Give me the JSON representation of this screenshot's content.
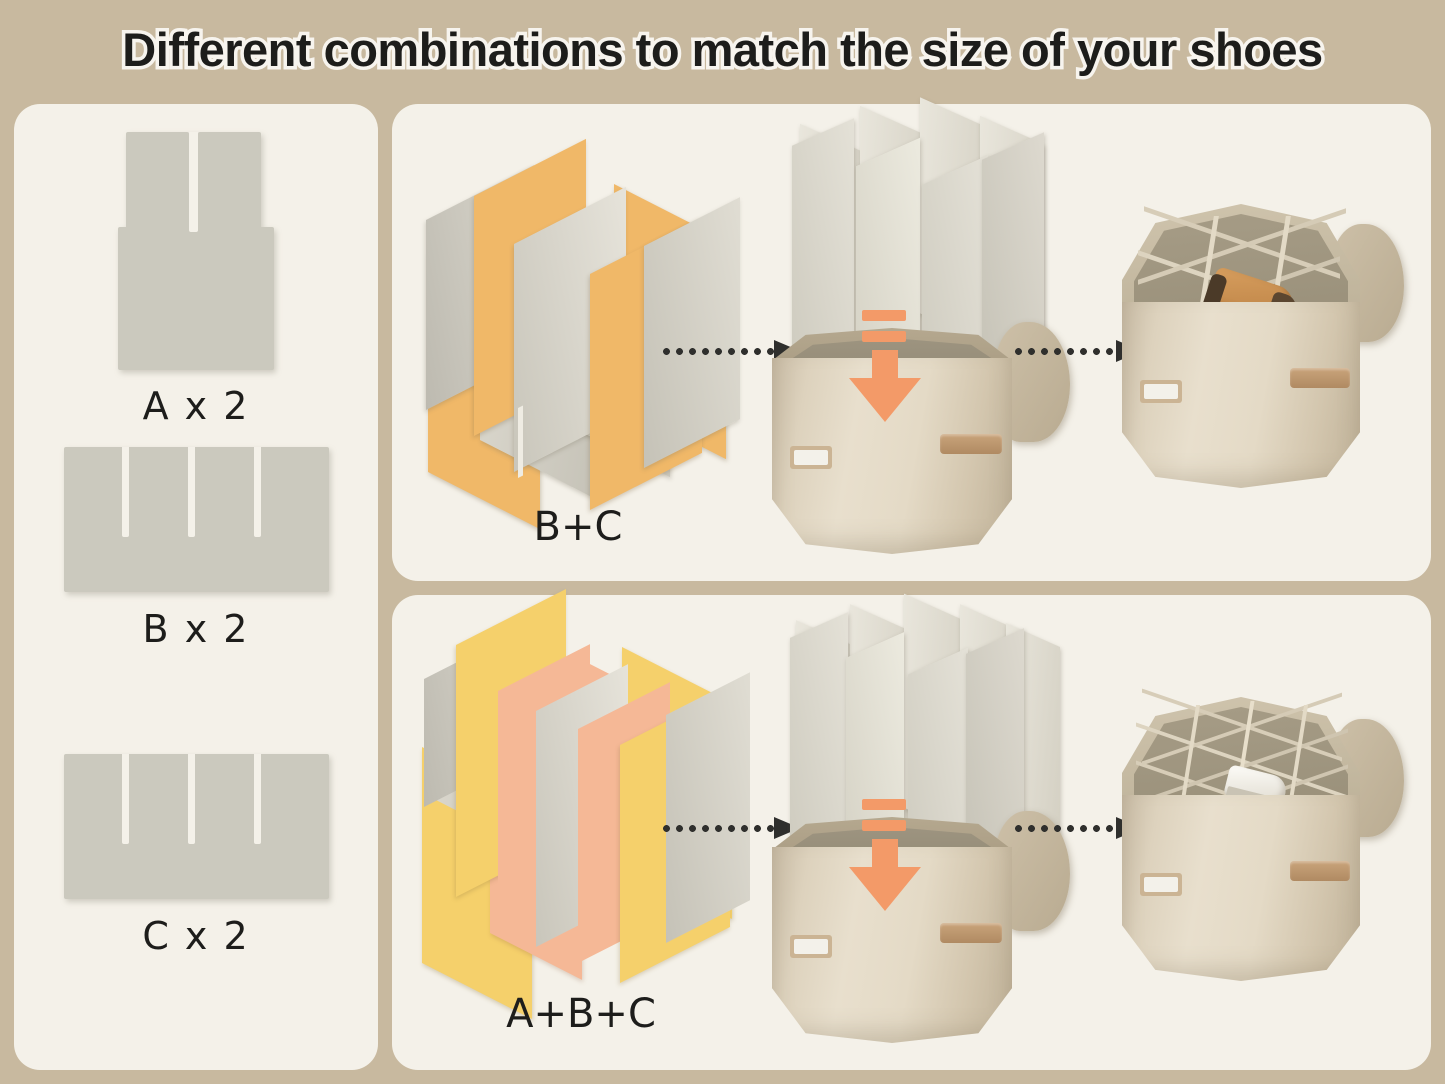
{
  "title": "Different combinations to match the size of your shoes",
  "colors": {
    "background": "#c8b99f",
    "card": "#f4f1e9",
    "board_gray": "#cbc9be",
    "accent_orange": "#f0b868",
    "accent_yellow": "#f5d06b",
    "accent_salmon": "#f5b896",
    "arrow_orange": "#f39a68",
    "basket_beige": "#e0d6c2",
    "handle_brown": "#b88d63",
    "text_dark": "#1d1d1b"
  },
  "parts_panel": {
    "name": "divider-parts-legend",
    "items": [
      {
        "id": "A",
        "label": "A x 2",
        "slots": 1,
        "shape": "tall-board-single-center-slot"
      },
      {
        "id": "B",
        "label": "B x 2",
        "slots": 3,
        "shape": "wide-board-three-slots"
      },
      {
        "id": "C",
        "label": "C x 2",
        "slots": 3,
        "shape": "wide-board-three-slots"
      }
    ]
  },
  "rows": [
    {
      "id": "row-bc",
      "combination_label": "B+C",
      "parts_used": [
        "B",
        "C"
      ],
      "steps": [
        {
          "step": 1,
          "name": "divider-assembly",
          "label": "B+C",
          "panel_colors": [
            "#f0b868",
            "#cbc9be"
          ],
          "grid": "3x3"
        },
        {
          "step": 2,
          "name": "insert-into-basket",
          "arrow": "down-arrow-orange"
        },
        {
          "step": 3,
          "name": "finished-basket",
          "compartments": 9,
          "contents": "brown-boot"
        }
      ],
      "connector": "dotted-arrow-right"
    },
    {
      "id": "row-abc",
      "combination_label": "A+B+C",
      "parts_used": [
        "A",
        "B",
        "C"
      ],
      "steps": [
        {
          "step": 1,
          "name": "divider-assembly",
          "label": "A+B+C",
          "panel_colors": [
            "#f5d06b",
            "#f5b896",
            "#cbc9be"
          ],
          "grid": "4x4"
        },
        {
          "step": 2,
          "name": "insert-into-basket",
          "arrow": "down-arrow-orange"
        },
        {
          "step": 3,
          "name": "finished-basket",
          "compartments": 16,
          "contents": "white-sneaker"
        }
      ],
      "connector": "dotted-arrow-right"
    }
  ]
}
